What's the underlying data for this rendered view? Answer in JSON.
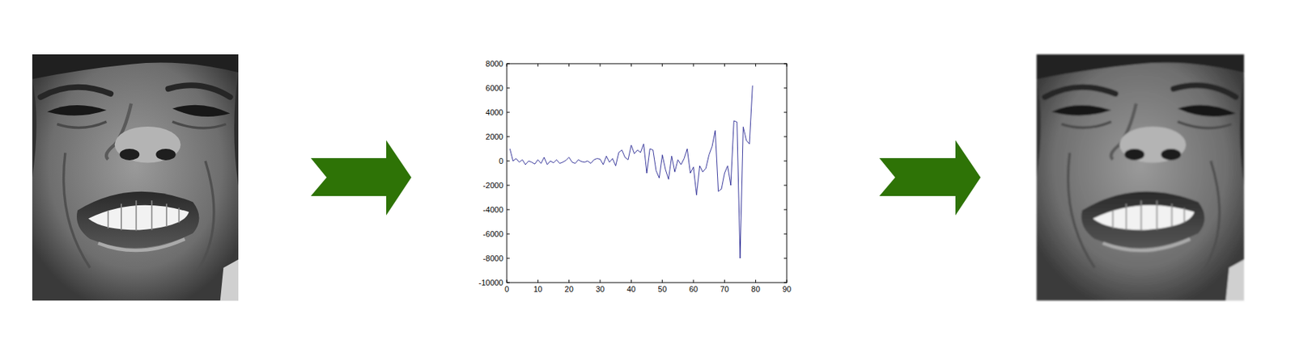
{
  "diagram": {
    "labels": [
      "8000",
      "6000",
      "4000",
      "2000",
      "0",
      "-2000",
      "-4000",
      "-6000",
      "-8000",
      "-10000",
      "0",
      "10",
      "20",
      "30",
      "40",
      "50",
      "60",
      "70",
      "80",
      "90"
    ]
  }
}
